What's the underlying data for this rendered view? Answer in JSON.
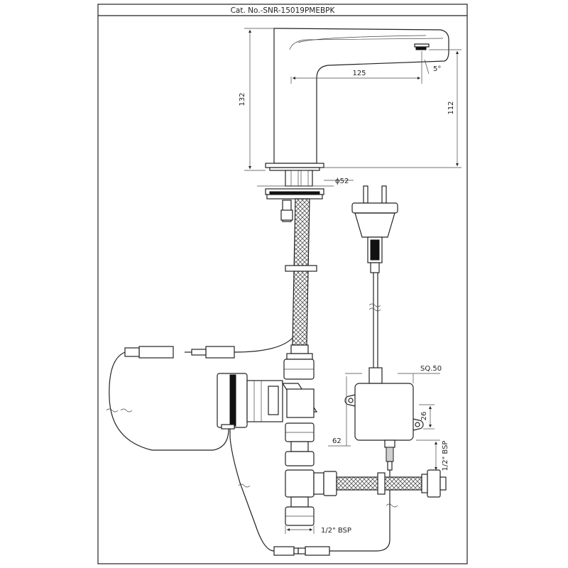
{
  "title": "Cat. No.-SNR-15019PMEBPK",
  "dimensions": {
    "height_total": "132",
    "height_spout": "112",
    "reach": "125",
    "angle": "5°",
    "base_dia": "ϕ52",
    "box_square": "SQ.50",
    "box_height": "26",
    "box_offset": "62",
    "bsp_right": "1/2\" BSP",
    "bsp_bottom": "1/2\" BSP"
  },
  "colors": {
    "line": "#222222",
    "fill": "#ffffff",
    "accent_grey": "#cfcfcf"
  }
}
